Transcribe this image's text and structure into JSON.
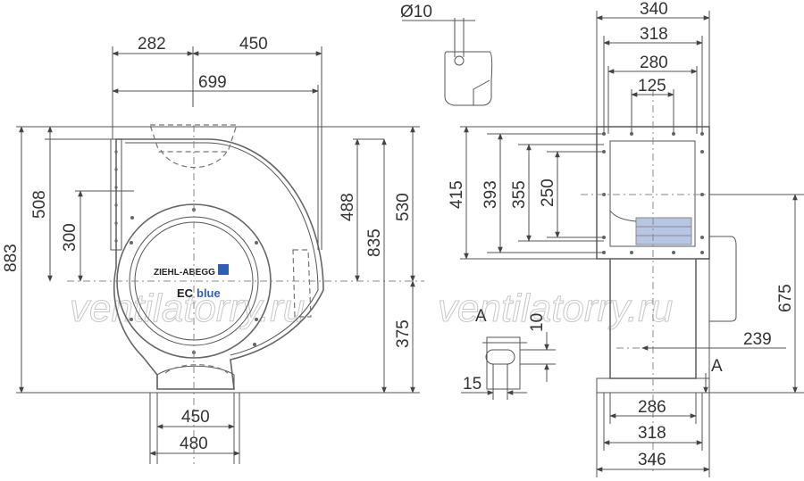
{
  "watermark": "ventilatorry.ru",
  "front_view": {
    "dims": {
      "d282": "282",
      "d450_top": "450",
      "d699": "699",
      "d508": "508",
      "d300": "300",
      "d883": "883",
      "d488": "488",
      "d835": "835",
      "d530": "530",
      "d375": "375",
      "d450_bottom": "450",
      "d480": "480"
    },
    "logo": {
      "brand": "ZIEHL-ABEGG",
      "product_ec": "EC",
      "product_blue": "blue"
    }
  },
  "detail_top": {
    "d10": "Ø10"
  },
  "detail_a": {
    "label": "A",
    "d10": "10",
    "d15": "15"
  },
  "side_view": {
    "dims": {
      "d340": "340",
      "d318_top": "318",
      "d280": "280",
      "d125": "125",
      "d415": "415",
      "d393": "393",
      "d355": "355",
      "d250": "250",
      "d675": "675",
      "d239": "239",
      "arrow_a": "A",
      "d286": "286",
      "d318_bottom": "318",
      "d346": "346"
    }
  },
  "colors": {
    "line": "#555555",
    "text": "#333333",
    "plate": "#b8c6e6",
    "logo_blue": "#2f5fb3"
  }
}
